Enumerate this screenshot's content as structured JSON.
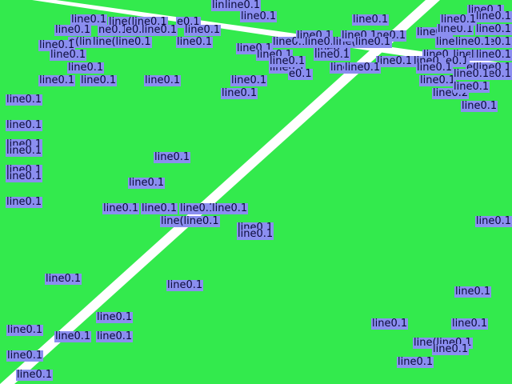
{
  "map": {
    "background_color": "#33ea4d",
    "road_color": "#ffffff",
    "label_background": "#8b8ef0",
    "label_text_color": "#0b0b3a",
    "labels": [
      "line0.1",
      "line0.1",
      "line(line0.1",
      "e0.1",
      "line0.1",
      "line0.1",
      "ne0.1",
      "e0.1",
      "line0.1",
      "e(line0.1",
      "line(line0.1",
      "line0.1",
      "line0.1",
      "line0.1",
      "line0.1",
      "line0.1",
      "line0.1",
      "line0.1",
      "line0.1",
      "line0.1",
      "line0.1",
      "line0.1",
      "line(line0.1",
      "line0.1",
      "line0.1",
      "line0.1",
      "line0.1",
      "e0.1",
      "line0.1",
      "line0.1",
      "line0.1",
      "line0.1",
      "line0.1",
      "line0.1",
      "line0.1",
      "line0.1",
      "line0.2",
      "line0.1",
      "line0.1",
      "line0.1",
      "line0.1",
      "line0.1",
      "line(line0.1",
      "line0.1",
      "line(line0.1",
      "line0.1",
      "e0.1",
      "line0.1",
      "e0.1",
      "line0.1",
      "line0.1",
      "line0.1",
      "line0.1",
      "line0.1",
      "line0.1",
      "line0.1",
      "line0.1",
      "line0.1",
      "line0.1",
      "line0.1",
      "line0.1",
      "line0.1",
      "line0.1",
      "line(line0.1",
      "line0.1",
      "line0.1",
      "line0.1",
      "line0.1",
      "line0.1",
      "line0.1",
      "line0.1",
      "line0.1",
      "line0.1",
      "line0.1",
      "line0.1",
      "line0.1",
      "line(line0.1",
      "line0.1",
      "line0.1",
      "line0.1",
      "line0.1",
      "line0.1",
      "line0.1",
      "line0.1",
      "line0.1",
      "line0.1",
      "line0.1",
      "line0.1",
      "line0.1",
      "line0.1",
      "line0.1",
      "line0.1",
      "line0.1",
      "line0.1",
      "line0.1",
      "line0.1"
    ]
  }
}
